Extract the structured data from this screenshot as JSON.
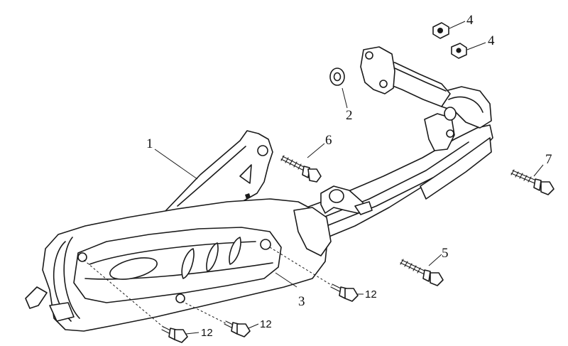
{
  "callouts": {
    "c1": "1",
    "c2": "2",
    "c3": "3",
    "c4a": "4",
    "c4b": "4",
    "c5": "5",
    "c6": "6",
    "c7": "7",
    "c12a": "12",
    "c12b": "12",
    "c12c": "12"
  }
}
